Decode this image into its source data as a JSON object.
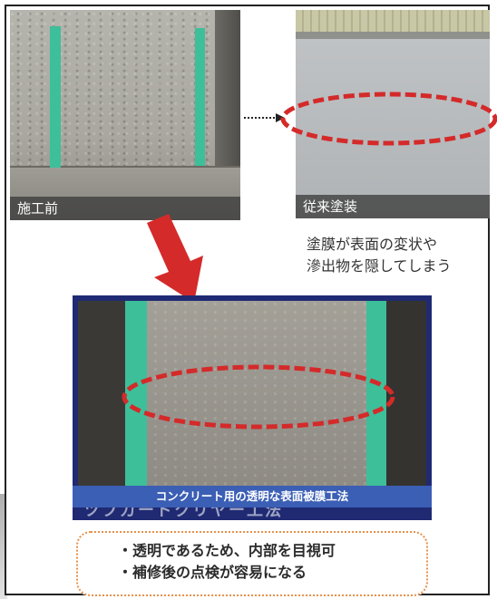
{
  "before_photo": {
    "caption": "施工前"
  },
  "conventional_photo": {
    "caption": "従来塗装"
  },
  "conventional_note": {
    "line1": "塗膜が表面の変状や",
    "line2": "滲出物を隠してしまう"
  },
  "after_photo": {
    "title": "コンクリート用の透明な表面被膜工法",
    "ghost_title": "ツブガードクリヤー工法"
  },
  "benefits": [
    "透明であるため、内部を目視可",
    "補修後の点検が容易になる"
  ],
  "colors": {
    "tape": "#3dbf9a",
    "ellipse": "#d42a2a",
    "arrow": "#d42a2a",
    "title_bar": "#3b5fb5",
    "panel_border": "#1f2a73",
    "benefit_border": "#e6904a"
  },
  "icons": {
    "dotted_arrow": "dotted-arrow-icon",
    "big_arrow": "down-arrow-icon"
  }
}
